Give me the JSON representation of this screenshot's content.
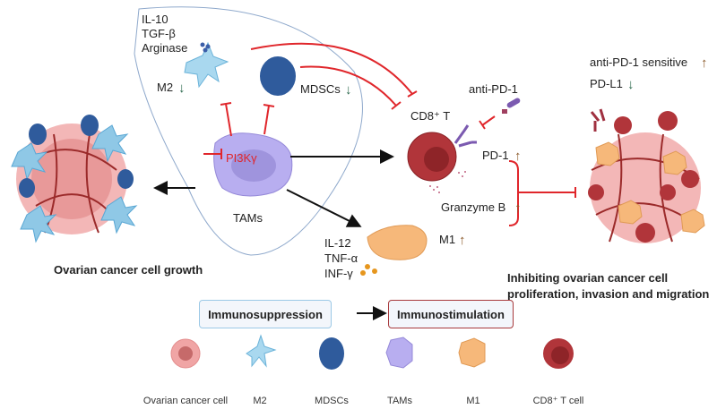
{
  "colors": {
    "inhibit": "#e0262b",
    "up_arrow": "#8b5a2b",
    "down_arrow": "#2e6b4f",
    "suppress_border": "#9cc9e6",
    "stimulate_border": "#a83a3c"
  },
  "left_panel": {
    "cytokines": [
      "IL-10",
      "TGF-β",
      "Arginase"
    ],
    "m2_label": "M2",
    "mdscs_label": "MDSCs",
    "target_label": "PI3Kγ",
    "tams_label": "TAMs",
    "outcome": "Ovarian cancer cell growth"
  },
  "center": {
    "cd8_label": "CD8⁺ T",
    "anti_pd1_label": "anti-PD-1",
    "pd1_label": "PD-1",
    "granzyme_label": "Granzyme B",
    "m1_label": "M1",
    "m1_cytokines": [
      "IL-12",
      "TNF-α",
      "INF-γ"
    ]
  },
  "right_panel": {
    "sensitivity_label": "anti-PD-1 sensitive",
    "pdl1_label": "PD-L1",
    "outcome_lines": [
      "Inhibiting ovarian cancer cell",
      "proliferation, invasion and migration"
    ]
  },
  "flow": {
    "from": "Immunosuppression",
    "to": "Immunostimulation"
  },
  "legend": [
    "Ovarian cancer cell",
    "M2",
    "MDSCs",
    "TAMs",
    "M1",
    "CD8⁺ T cell"
  ],
  "arrows": {
    "up": "↑",
    "down": "↓"
  }
}
